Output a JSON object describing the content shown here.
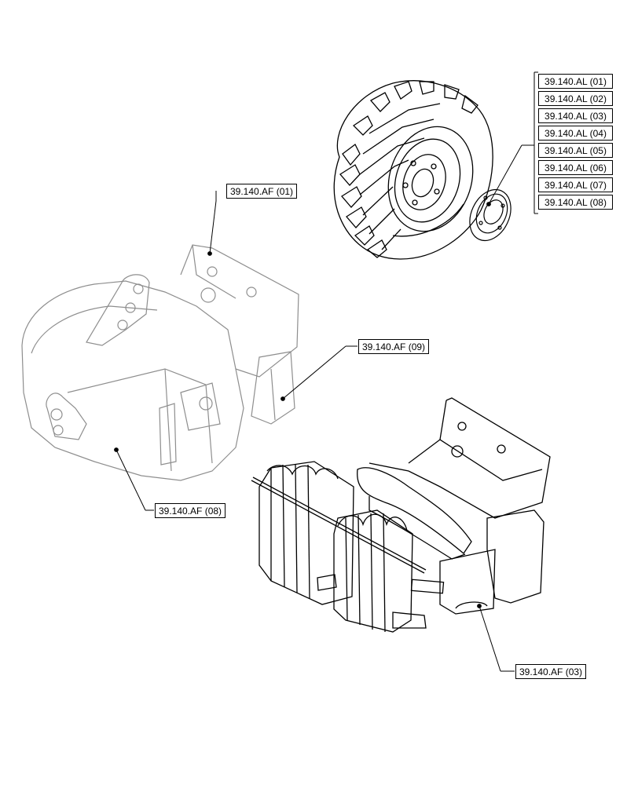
{
  "labels": {
    "af_01": "39.140.AF (01)",
    "af_09": "39.140.AF (09)",
    "af_08": "39.140.AF (08)",
    "af_03": "39.140.AF (03)"
  },
  "al_list": [
    "39.140.AL (01)",
    "39.140.AL (02)",
    "39.140.AL (03)",
    "39.140.AL (04)",
    "39.140.AL (05)",
    "39.140.AL (06)",
    "39.140.AL (07)",
    "39.140.AL (08)"
  ],
  "colors": {
    "line": "#000000",
    "ghost": "#9a9a9a",
    "background": "#ffffff"
  }
}
